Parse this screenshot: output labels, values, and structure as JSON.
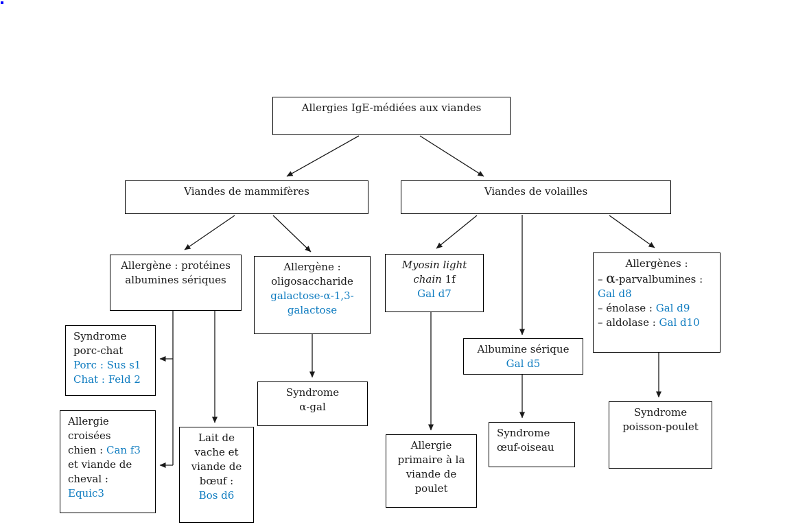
{
  "marker_dot": {
    "color": "#0000ff"
  },
  "colors": {
    "text": "#1a1a1a",
    "accent_blue": "#0f7cc0",
    "box_border": "#000000",
    "background": "#ffffff"
  },
  "diagram": {
    "root": {
      "label": "Allergies IgE-médiées aux viandes"
    },
    "mammiferes": {
      "label": "Viandes de mammifères"
    },
    "volailles": {
      "label": "Viandes de volailles"
    },
    "proteines": {
      "line1": "Allergène : protéines",
      "line2": "albumines sériques"
    },
    "oligo": {
      "line1": "Allergène :",
      "line2": "oligosaccharide",
      "line3_blue": "galactose-α-1,3-",
      "line4_blue": "galactose"
    },
    "myosin": {
      "line1_italic": "Myosin light",
      "line2_italic": "chain",
      "line2_normal": " 1f",
      "line3_blue": "Gal d7"
    },
    "allergenes": {
      "title": "Allergènes :",
      "item1_dash": "– ",
      "item1_alpha": "α",
      "item1_rest": "-parvalbumines :",
      "item1_blue": "Gal d8",
      "item2_black": "– énolase : ",
      "item2_blue": "Gal d9",
      "item3_black": "– aldolase : ",
      "item3_blue": "Gal d10"
    },
    "albumine": {
      "line1": "Albumine sérique",
      "line2_blue": "Gal d5"
    },
    "porc_chat": {
      "line1": "Syndrome",
      "line2": "porc-chat",
      "line3_blue": "Porc : Sus s1",
      "line4_blue": "Chat : Feld 2"
    },
    "croisees": {
      "line1": "Allergie",
      "line2": "croisées",
      "line3_black": "chien : ",
      "line3_blue": "Can f3",
      "line4": "et viande de",
      "line5": "cheval :",
      "line6_blue": "Equic3"
    },
    "lait": {
      "line1": "Lait de",
      "line2": "vache et",
      "line3": "viande de",
      "line4": "bœuf :",
      "line5_blue": "Bos d6"
    },
    "agal": {
      "line1": "Syndrome",
      "line2": "α-gal"
    },
    "primaire": {
      "line1": "Allergie",
      "line2": "primaire à la",
      "line3": "viande de",
      "line4": "poulet"
    },
    "oeuf": {
      "line1": "Syndrome",
      "line2": "œuf-oiseau"
    },
    "poisson": {
      "line1": "Syndrome",
      "line2": "poisson-poulet"
    }
  }
}
